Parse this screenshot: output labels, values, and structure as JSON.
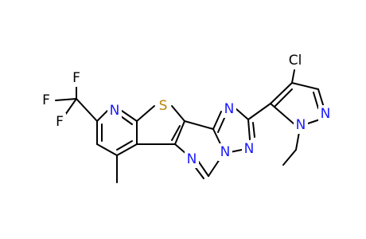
{
  "colors": {
    "background": "#ffffff",
    "bond": "#000000",
    "nitrogen": "#1a1aff",
    "sulfur": "#b8860b",
    "chlorine": "#000000",
    "fluorine": "#000000"
  },
  "atom_labels": {
    "n_pyridine": "N",
    "s_thiophene": "S",
    "n_triazole_top": "N",
    "n_triazole_right": "N",
    "n_triazole_bridge": "N",
    "n_pyrimidine": "N",
    "cl": "Cl",
    "n_pyrazole_2": "N",
    "n_pyrazole_1": "N",
    "f_1": "F",
    "f_2": "F",
    "f_3": "F"
  }
}
